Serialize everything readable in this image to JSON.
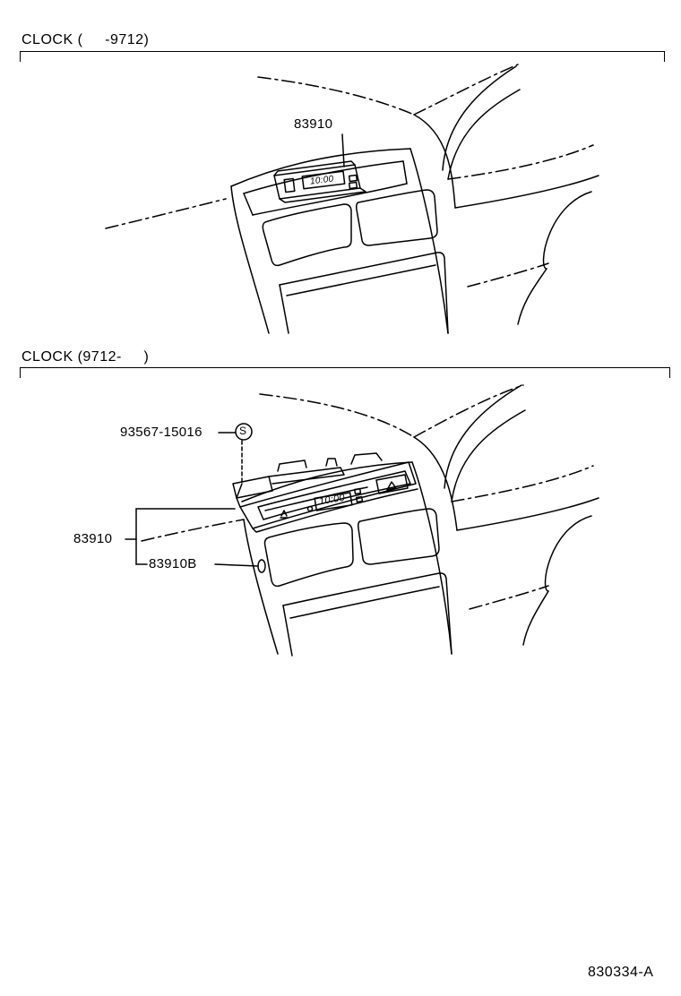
{
  "sections": [
    {
      "title": "CLOCK (     -9712)",
      "parts": [
        {
          "number": "83910"
        }
      ],
      "display_time": "10:00"
    },
    {
      "title": "CLOCK (9712-     )",
      "parts": [
        {
          "number": "93567-15016"
        },
        {
          "number": "83910"
        },
        {
          "number": "83910B"
        }
      ],
      "symbol": "S",
      "display_time": "10:00"
    }
  ],
  "drawing_code": "830334-A"
}
